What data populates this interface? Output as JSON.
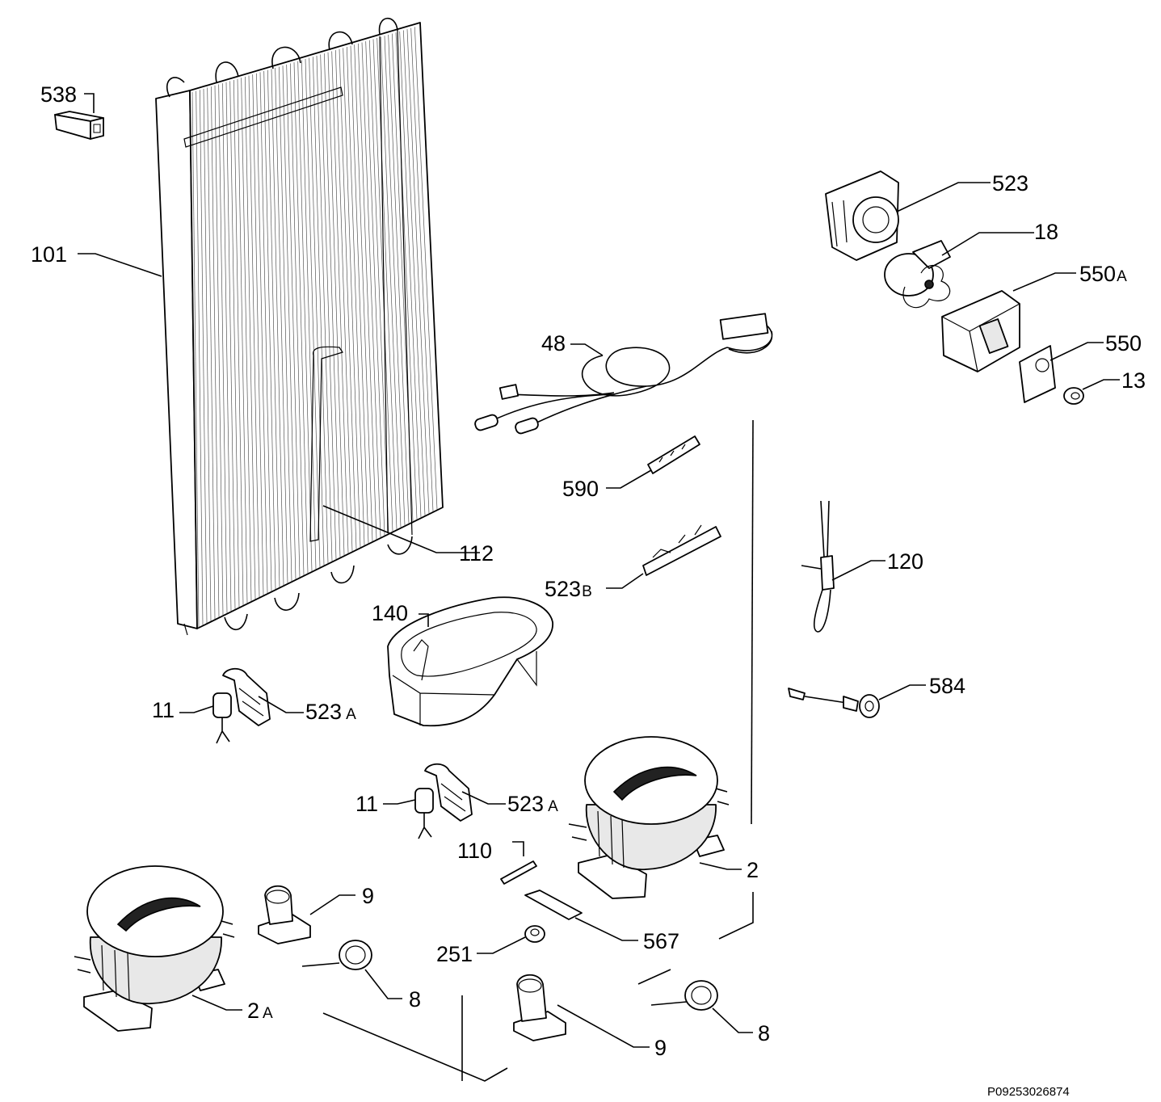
{
  "drawing_code": "P09253026874",
  "labels": [
    {
      "id": "538",
      "main": "538",
      "suffix": ""
    },
    {
      "id": "101",
      "main": "101",
      "suffix": ""
    },
    {
      "id": "112",
      "main": "112",
      "suffix": ""
    },
    {
      "id": "140",
      "main": "140",
      "suffix": ""
    },
    {
      "id": "11-a",
      "main": "11",
      "suffix": ""
    },
    {
      "id": "523a-a",
      "main": "523",
      "suffix": "A"
    },
    {
      "id": "11-b",
      "main": "11",
      "suffix": ""
    },
    {
      "id": "523a-b",
      "main": "523",
      "suffix": "A"
    },
    {
      "id": "48",
      "main": "48",
      "suffix": ""
    },
    {
      "id": "590",
      "main": "590",
      "suffix": ""
    },
    {
      "id": "523b",
      "main": "523",
      "suffix": "B"
    },
    {
      "id": "523",
      "main": "523",
      "suffix": ""
    },
    {
      "id": "18",
      "main": "18",
      "suffix": ""
    },
    {
      "id": "550a",
      "main": "550",
      "suffix": "A"
    },
    {
      "id": "550",
      "main": "550",
      "suffix": ""
    },
    {
      "id": "13",
      "main": "13",
      "suffix": ""
    },
    {
      "id": "120",
      "main": "120",
      "suffix": ""
    },
    {
      "id": "584",
      "main": "584",
      "suffix": ""
    },
    {
      "id": "110",
      "main": "110",
      "suffix": ""
    },
    {
      "id": "2",
      "main": "2",
      "suffix": ""
    },
    {
      "id": "9-a",
      "main": "9",
      "suffix": ""
    },
    {
      "id": "567",
      "main": "567",
      "suffix": ""
    },
    {
      "id": "251",
      "main": "251",
      "suffix": ""
    },
    {
      "id": "8-a",
      "main": "8",
      "suffix": ""
    },
    {
      "id": "2a",
      "main": "2",
      "suffix": "A"
    },
    {
      "id": "9-b",
      "main": "9",
      "suffix": ""
    },
    {
      "id": "8-b",
      "main": "8",
      "suffix": ""
    }
  ]
}
